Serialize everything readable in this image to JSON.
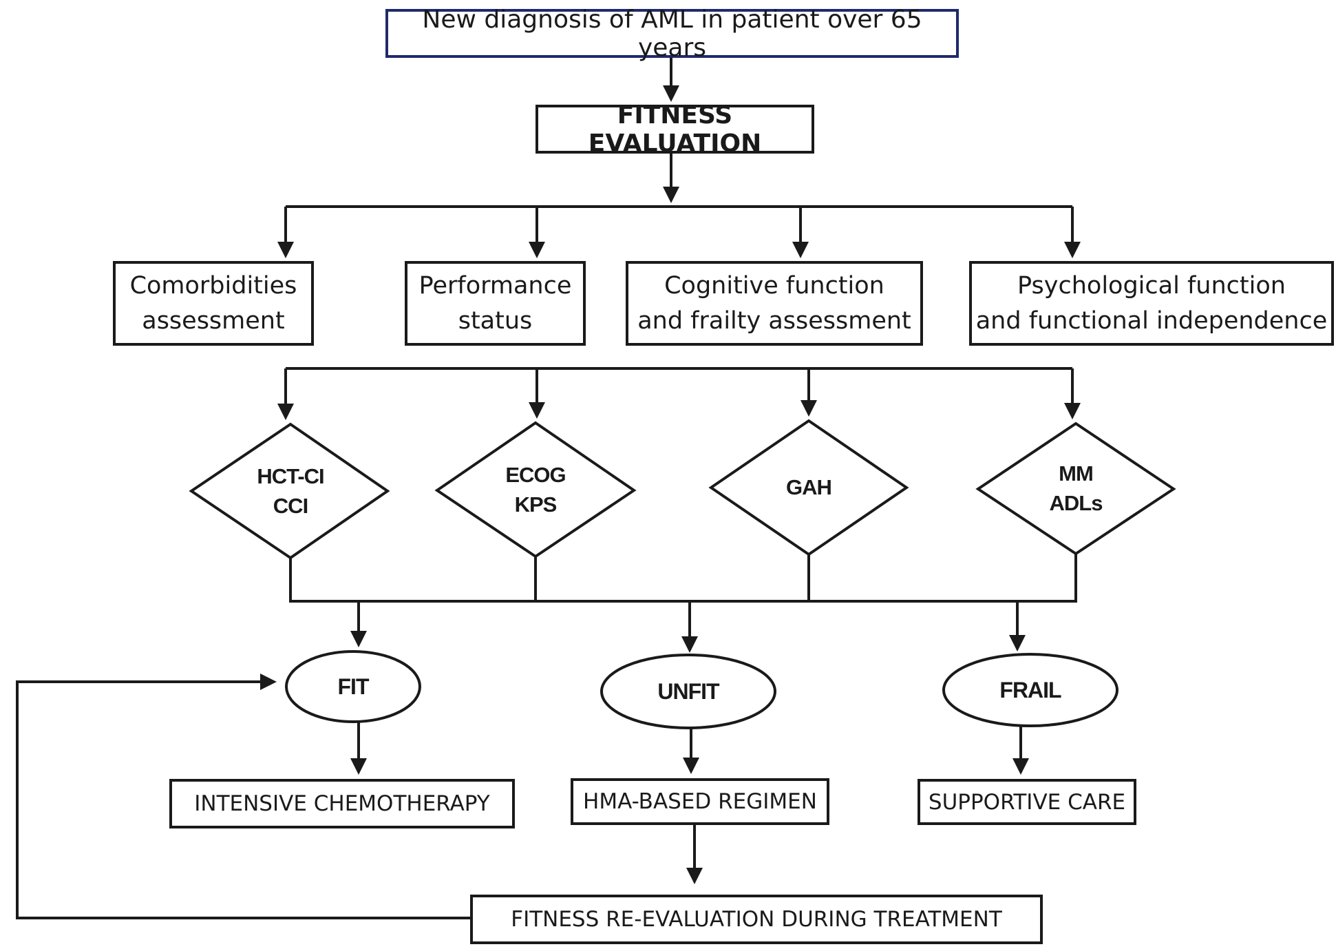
{
  "start": {
    "label": "New diagnosis of AML in patient over 65 years"
  },
  "evaluation": {
    "label": "FITNESS EVALUATION"
  },
  "assessments": [
    {
      "label": "Comorbidities\nassessment"
    },
    {
      "label": "Performance\nstatus"
    },
    {
      "label": "Cognitive function\nand frailty assessment"
    },
    {
      "label": "Psychological function\nand functional independence"
    }
  ],
  "tools": [
    {
      "label": "HCT-CI\nCCI"
    },
    {
      "label": "ECOG\nKPS"
    },
    {
      "label": "GAH"
    },
    {
      "label": "MM\nADLs"
    }
  ],
  "categories": [
    {
      "label": "FIT"
    },
    {
      "label": "UNFIT"
    },
    {
      "label": "FRAIL"
    }
  ],
  "treatments": [
    {
      "label": "INTENSIVE CHEMOTHERAPY"
    },
    {
      "label": "HMA-BASED REGIMEN"
    },
    {
      "label": "SUPPORTIVE CARE"
    }
  ],
  "reevaluation": {
    "label": "FITNESS RE-EVALUATION DURING TREATMENT"
  },
  "colors": {
    "line": "#1a1a1a",
    "start_border": "#1f2a6b"
  }
}
